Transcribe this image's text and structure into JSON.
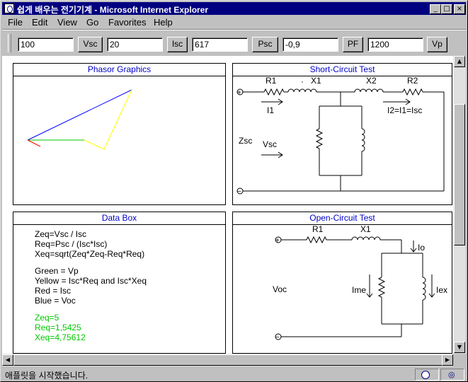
{
  "window": {
    "title": "쉽게 배우는 전기기계 - Microsoft Internet Explorer"
  },
  "menu": [
    "File",
    "Edit",
    "View",
    "Go",
    "Favorites",
    "Help"
  ],
  "params": {
    "vsc_value": "100",
    "vsc_label": "Vsc",
    "isc_value": "20",
    "isc_label": "Isc",
    "psc_value": "617",
    "psc_label": "Psc",
    "pf_value": "-0,9",
    "pf_label": "PF",
    "vp_value": "1200",
    "vp_label": "Vp"
  },
  "panels": {
    "phasor_title": "Phasor Graphics",
    "short_title": "Short-Circuit Test",
    "data_title": "Data Box",
    "open_title": "Open-Circuit Test"
  },
  "phasor": {
    "colors": {
      "blue": "#0000ff",
      "yellow": "#ffff00",
      "green": "#00c800",
      "red": "#ff0000"
    }
  },
  "short_circuit": {
    "r1": "R1",
    "dot": "·",
    "x1": "X1",
    "x2": "X2",
    "r2": "R2",
    "i1": "I1",
    "i2": "I2=I1=Isc",
    "zsc": "Zsc",
    "vsc": "Vsc",
    "plus": "+",
    "minus": "−"
  },
  "open_circuit": {
    "r1": "R1",
    "x1": "X1",
    "io": "Io",
    "ime": "Ime",
    "iex": "Iex",
    "voc": "Voc",
    "plus": "+",
    "minus": "−"
  },
  "data_box": {
    "lines_black": [
      "Zeq=Vsc / Isc",
      "Req=Psc / (Isc*Isc)",
      "Xeq=sqrt(Zeq*Zeq-Req*Req)",
      "Green = Vp",
      "Yellow = Isc*Req and Isc*Xeq",
      "Red = Isc",
      "Blue = Voc"
    ],
    "lines_green": [
      "Zeq=5",
      "Req=1,5425",
      "Xeq=4,75612"
    ]
  },
  "status": {
    "text": "애플릿을 시작했습니다."
  }
}
